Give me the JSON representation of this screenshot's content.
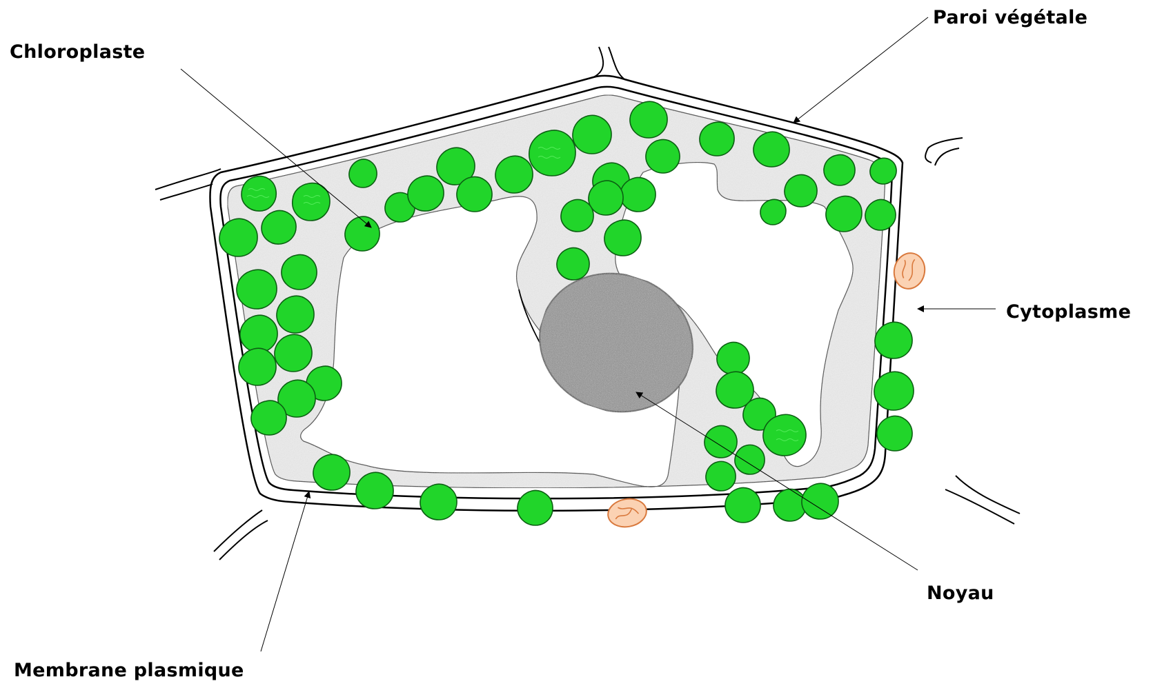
{
  "labels": {
    "chloroplast": "Chloroplaste",
    "cell_wall": "Paroi végétale",
    "cytoplasm": "Cytoplasme",
    "nucleus": "Noyau",
    "plasma_membrane": "Membrane plasmique"
  },
  "colors": {
    "chloroplast_fill": "#22d62c",
    "chloroplast_stroke": "#0d6b12",
    "cytoplasm_fill": "#ededed",
    "nucleus_fill": "#8c8c8c",
    "mitochondrion": "#e2884e",
    "outline": "#000000"
  }
}
